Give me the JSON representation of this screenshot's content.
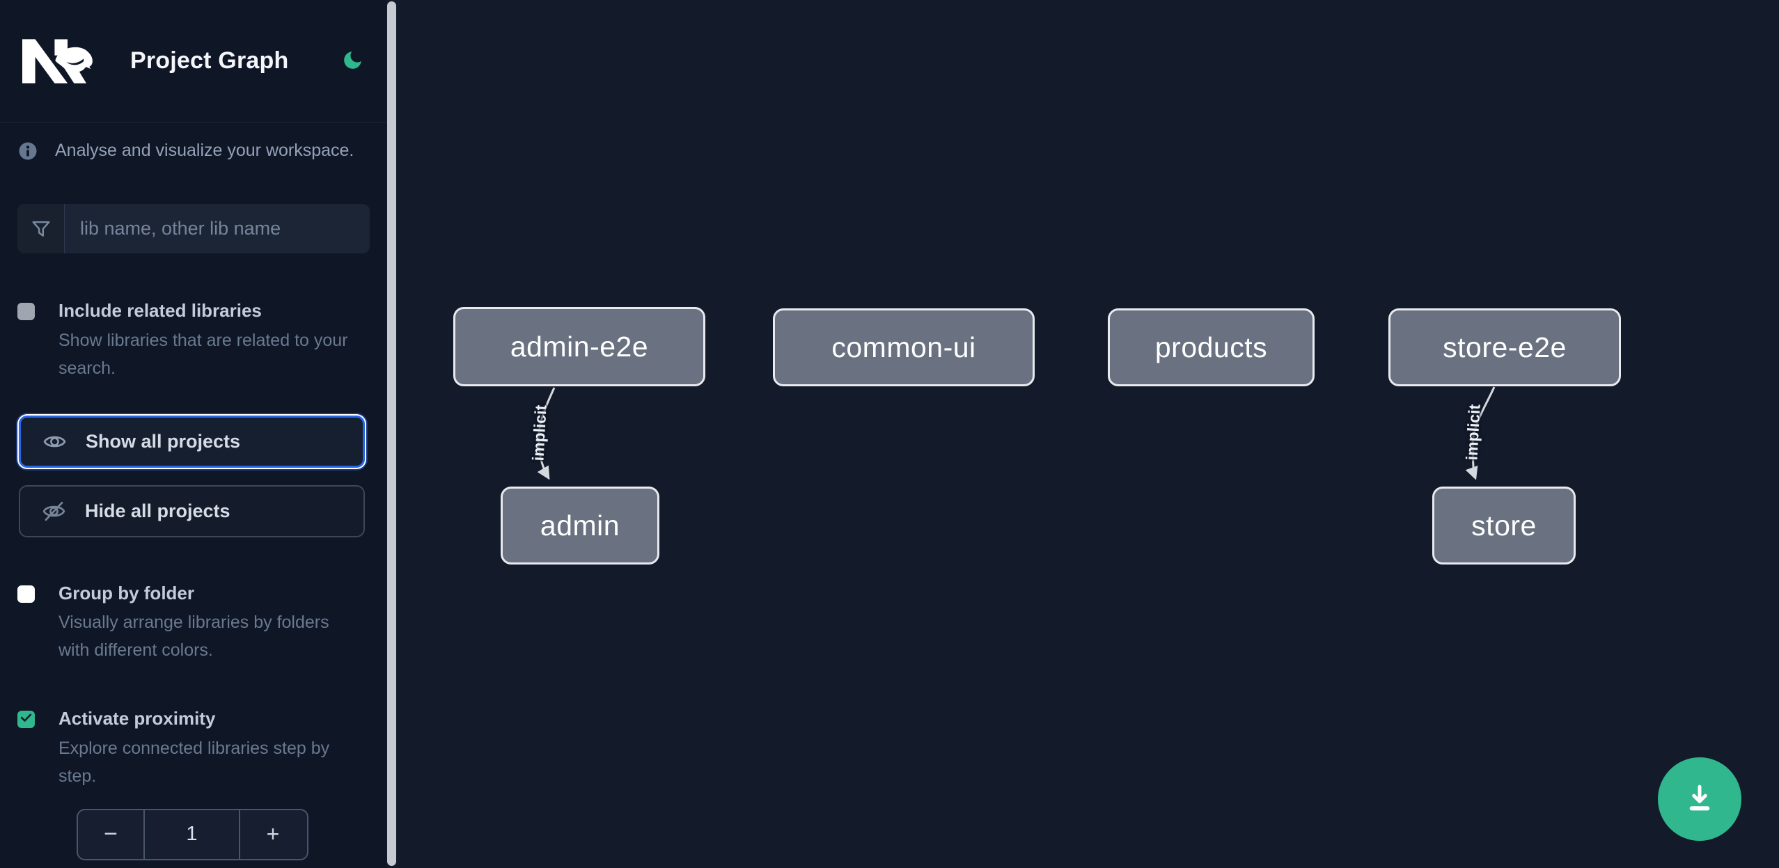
{
  "header": {
    "logo": "Nx",
    "title": "Project Graph",
    "theme_icon": "moon-icon"
  },
  "intro": {
    "text": "Analyse and visualize your workspace."
  },
  "filter": {
    "placeholder": "lib name, other lib name"
  },
  "controls": {
    "include_related": {
      "label": "Include related libraries",
      "description": "Show libraries that are related to your search.",
      "checked": false
    },
    "show_all": {
      "label": "Show all projects",
      "focused": true
    },
    "hide_all": {
      "label": "Hide all projects"
    },
    "group_by_folder": {
      "label": "Group by folder",
      "description": "Visually arrange libraries by folders with different colors.",
      "checked": false
    },
    "activate_proximity": {
      "label": "Activate proximity",
      "description": "Explore connected libraries step by step.",
      "checked": true
    },
    "proximity_depth": {
      "decrement": "−",
      "value": "1",
      "increment": "+"
    }
  },
  "graph": {
    "nodes": [
      {
        "label": "admin-e2e"
      },
      {
        "label": "common-ui"
      },
      {
        "label": "products"
      },
      {
        "label": "store-e2e"
      },
      {
        "label": "admin"
      },
      {
        "label": "store"
      }
    ],
    "edges": [
      {
        "source": "admin-e2e",
        "target": "admin",
        "label": "implicit"
      },
      {
        "source": "store-e2e",
        "target": "store",
        "label": "implicit"
      }
    ]
  },
  "fab": {
    "action": "download-graph-image"
  },
  "colors": {
    "accent_green": "#30b78d",
    "focus_blue": "#2767e8",
    "node_fill": "#6a7180",
    "node_border": "#e8eaee",
    "edge": "#d5d9df",
    "sidebar_bg": "#0f1626",
    "canvas_bg": "#131a2a"
  }
}
